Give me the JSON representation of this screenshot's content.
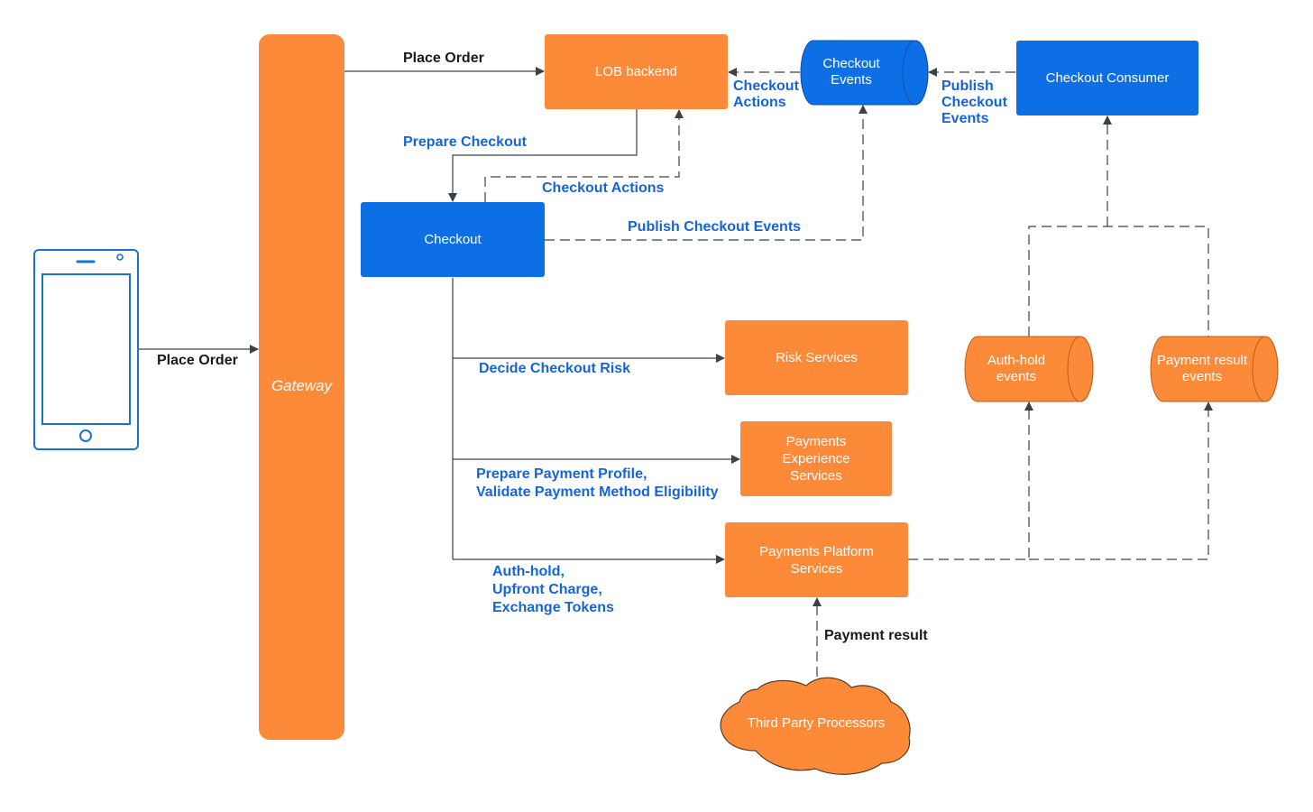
{
  "colors": {
    "service_orange": "#fd8a38",
    "service_blue": "#0d6fe6",
    "label_blue": "#1565d8",
    "label_black": "#1a1a1a",
    "connector": "#3c4048",
    "device_outline": "#1a73c8"
  },
  "icons": {
    "client_device": "smartphone-icon"
  },
  "nodes": {
    "gateway": "Gateway",
    "lob_backend": "LOB backend",
    "checkout_events": [
      "Checkout",
      "Events"
    ],
    "checkout_consumer": "Checkout Consumer",
    "checkout": "Checkout",
    "risk_services": "Risk Services",
    "payments_experience": [
      "Payments",
      "Experience",
      "Services"
    ],
    "payments_platform": [
      "Payments Platform",
      "Services"
    ],
    "auth_hold_events": [
      "Auth-hold",
      "events"
    ],
    "payment_result_events": [
      "Payment result",
      "events"
    ],
    "third_party_processors": "Third Party Processors"
  },
  "edges": {
    "place_order_client": "Place Order",
    "place_order_gateway": "Place Order",
    "checkout_actions_top": [
      "Checkout",
      "Actions"
    ],
    "publish_checkout_events_top": [
      "Publish",
      "Checkout",
      "Events"
    ],
    "prepare_checkout": "Prepare Checkout",
    "checkout_actions": "Checkout Actions",
    "publish_checkout_events": "Publish Checkout Events",
    "decide_checkout_risk": "Decide Checkout Risk",
    "prepare_payment_profile": [
      "Prepare Payment Profile,",
      "Validate Payment Method Eligibility"
    ],
    "auth_hold": [
      "Auth-hold,",
      "Upfront Charge,",
      "Exchange Tokens"
    ],
    "payment_result": "Payment result"
  }
}
